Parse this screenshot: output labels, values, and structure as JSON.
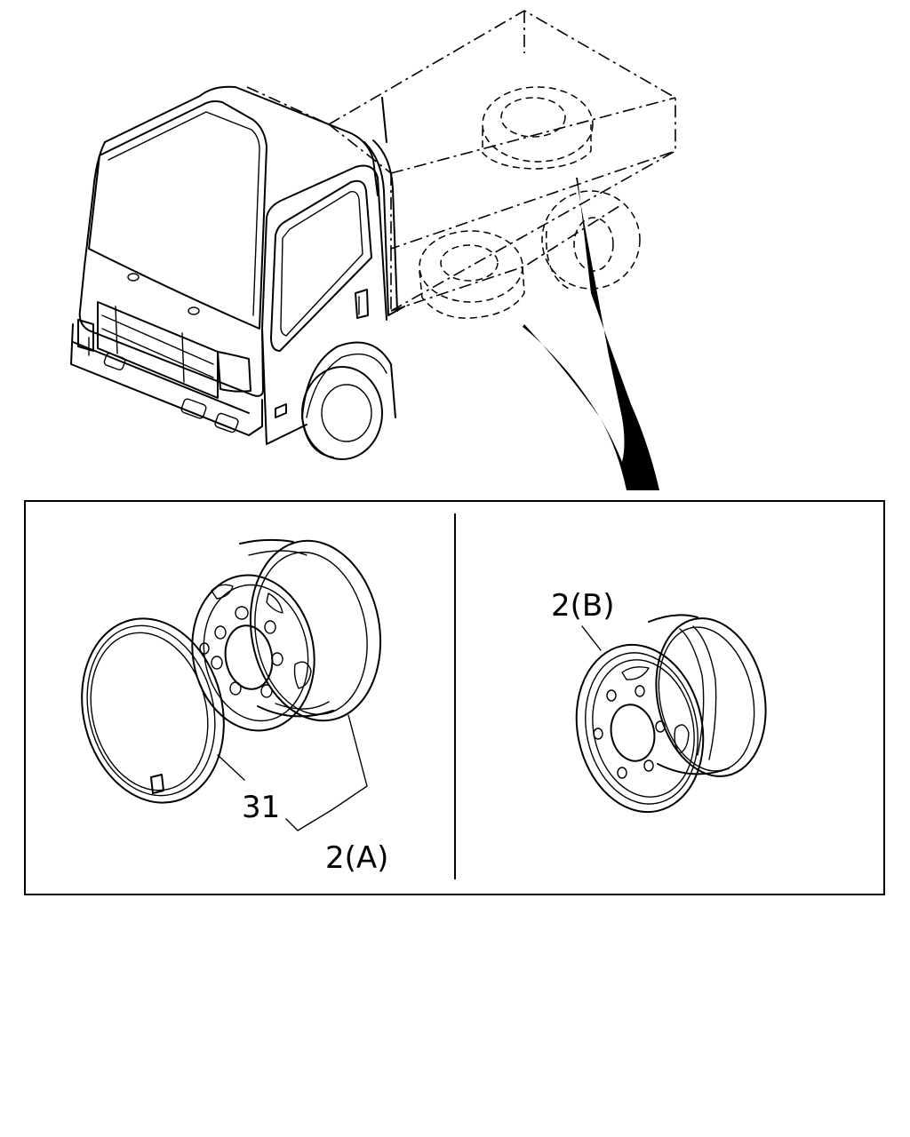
{
  "callouts": {
    "ring": "31",
    "wheel_a": "2(A)",
    "wheel_b": "2(B)"
  },
  "colors": {
    "line": "#000000",
    "background": "#ffffff"
  }
}
